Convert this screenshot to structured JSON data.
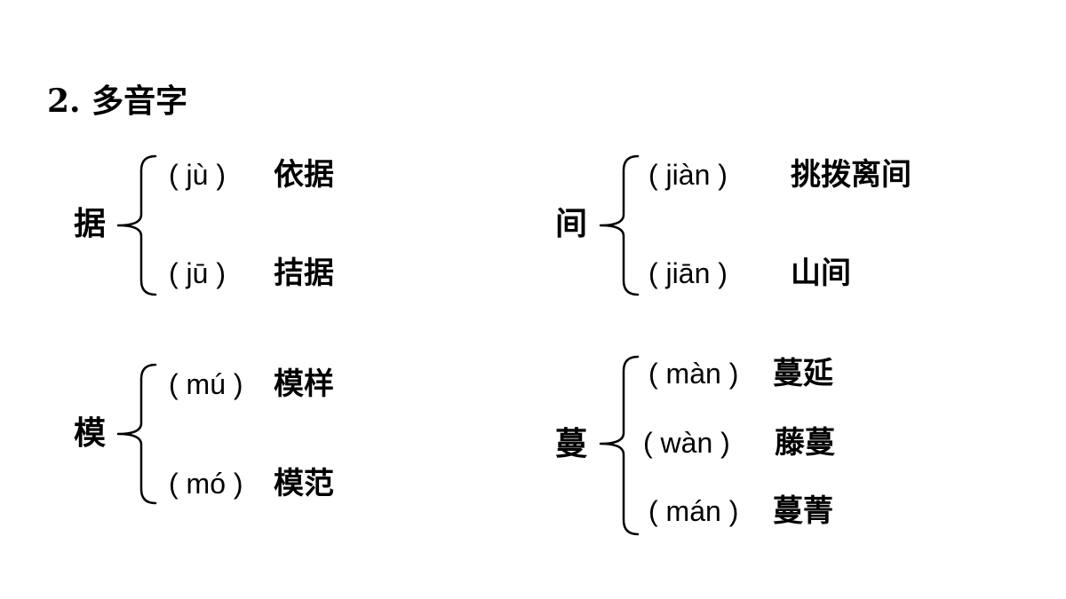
{
  "title": "2. 多音字",
  "groups": [
    {
      "char": "据",
      "readings": [
        {
          "pinyin": "jù",
          "word": "依据"
        },
        {
          "pinyin": "jū",
          "word": "拮据"
        }
      ]
    },
    {
      "char": "间",
      "readings": [
        {
          "pinyin": "jiàn",
          "word": "挑拨离间"
        },
        {
          "pinyin": "jiān",
          "word": "山间"
        }
      ]
    },
    {
      "char": "模",
      "readings": [
        {
          "pinyin": "mú",
          "word": "模样"
        },
        {
          "pinyin": "mó",
          "word": "模范"
        }
      ]
    },
    {
      "char": "蔓",
      "readings": [
        {
          "pinyin": "màn",
          "word": "蔓延"
        },
        {
          "pinyin": "wàn",
          "word": "藤蔓"
        },
        {
          "pinyin": "mán",
          "word": "蔓菁"
        }
      ]
    }
  ]
}
